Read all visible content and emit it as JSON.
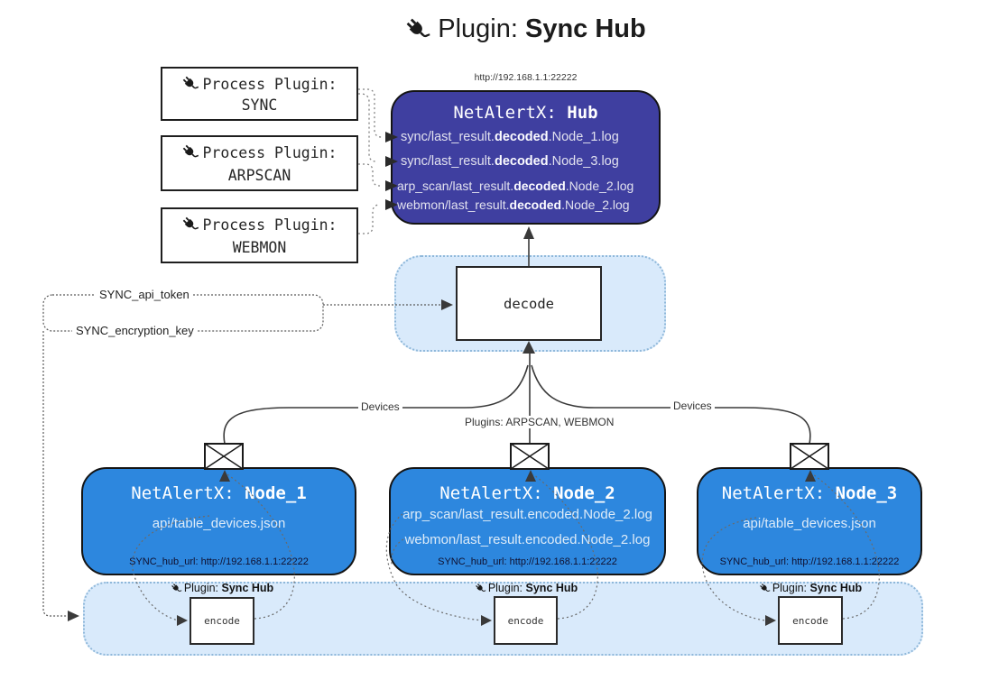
{
  "title": {
    "prefix": "Plugin: ",
    "bold": "Sync Hub"
  },
  "hub": {
    "url": "http://192.168.1.1:22222",
    "name_prefix": "NetAlertX: ",
    "name_bold": "Hub",
    "logs": [
      {
        "pre": "sync/last_result.",
        "mid": "decoded",
        "post": ".Node_1.log"
      },
      {
        "pre": "sync/last_result.",
        "mid": "decoded",
        "post": ".Node_3.log"
      },
      {
        "pre": "arp_scan/last_result.",
        "mid": "decoded",
        "post": ".Node_2.log"
      },
      {
        "pre": "webmon/last_result.",
        "mid": "decoded",
        "post": ".Node_2.log"
      }
    ]
  },
  "process_plugins": [
    {
      "label": "Process Plugin:",
      "name": "SYNC"
    },
    {
      "label": "Process Plugin:",
      "name": "ARPSCAN"
    },
    {
      "label": "Process Plugin:",
      "name": "WEBMON"
    }
  ],
  "decode_label": "decode",
  "secrets": {
    "api_token": "SYNC_api_token",
    "encryption_key": "SYNC_encryption_key"
  },
  "edge_labels": {
    "devices_left": "Devices",
    "devices_right": "Devices",
    "plugins": "Plugins: ARPSCAN, WEBMON"
  },
  "nodes": [
    {
      "name_prefix": "NetAlertX: ",
      "name_bold": "Node_1",
      "files": [
        "api/table_devices.json"
      ],
      "hub_url": "SYNC_hub_url: http://192.168.1.1:22222"
    },
    {
      "name_prefix": "NetAlertX: ",
      "name_bold": "Node_2",
      "files": [
        "arp_scan/last_result.encoded.Node_2.log",
        "webmon/last_result.encoded.Node_2.log"
      ],
      "hub_url": "SYNC_hub_url: http://192.168.1.1:22222"
    },
    {
      "name_prefix": "NetAlertX: ",
      "name_bold": "Node_3",
      "files": [
        "api/table_devices.json"
      ],
      "hub_url": "SYNC_hub_url: http://192.168.1.1:22222"
    }
  ],
  "encode_sections": [
    {
      "plugin_prefix": "Plugin: ",
      "plugin_bold": "Sync Hub",
      "box": "encode"
    },
    {
      "plugin_prefix": "Plugin: ",
      "plugin_bold": "Sync Hub",
      "box": "encode"
    },
    {
      "plugin_prefix": "Plugin: ",
      "plugin_bold": "Sync Hub",
      "box": "encode"
    }
  ],
  "colors": {
    "hub_fill": "#3F3FA0",
    "node_fill": "#2D87DE",
    "panel_fill": "#D9EAFB",
    "panel_border": "#8FB8DA",
    "solid_line": "#3A3A3A",
    "dotted_line": "#777777"
  }
}
